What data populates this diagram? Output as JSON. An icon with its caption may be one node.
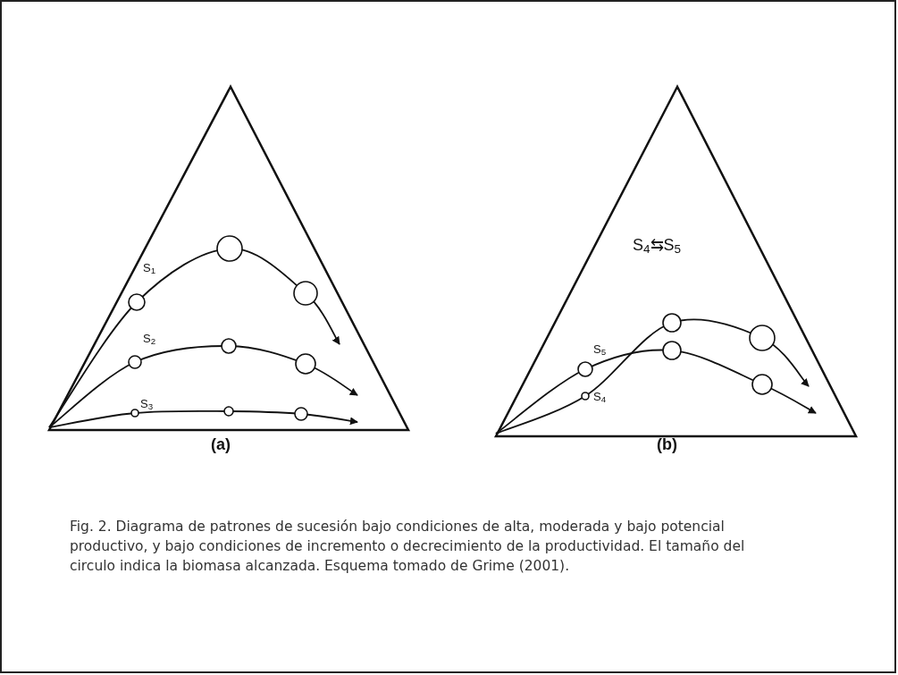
{
  "diagram": {
    "caption": "Fig. 2. Diagrama de patrones de sucesión bajo condiciones de alta, moderada y bajo potencial productivo, y bajo condiciones de incremento o decrecimiento de la productividad. El tamaño del circulo indica la biomasa alcanzada. Esquema tomado de Grime (2001).",
    "labels": [
      "S$_{1}$",
      "S$_{2}$",
      "S$_{3}$",
      "(a)",
      "S$_{4}$⇆S$_{5}$",
      "S$_{5}$",
      "S$_{4}$",
      "(b)"
    ]
  }
}
